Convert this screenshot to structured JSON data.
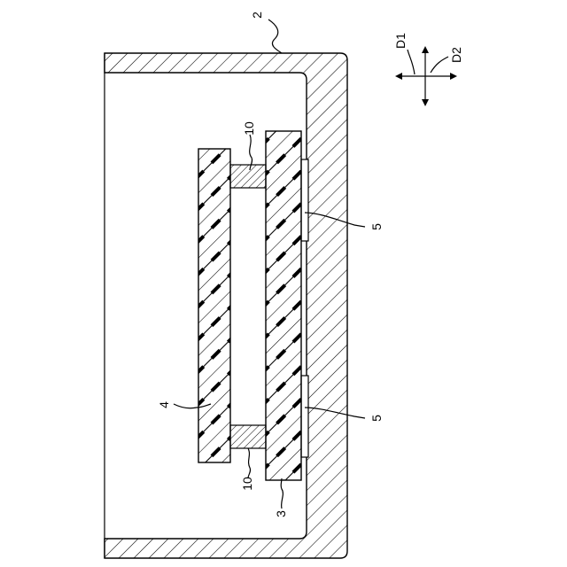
{
  "labels": {
    "housing": "2",
    "board_upper": "3",
    "board_lower": "4",
    "contact": "5",
    "spacer": "10",
    "dir_first": "D1",
    "dir_second": "D2"
  }
}
